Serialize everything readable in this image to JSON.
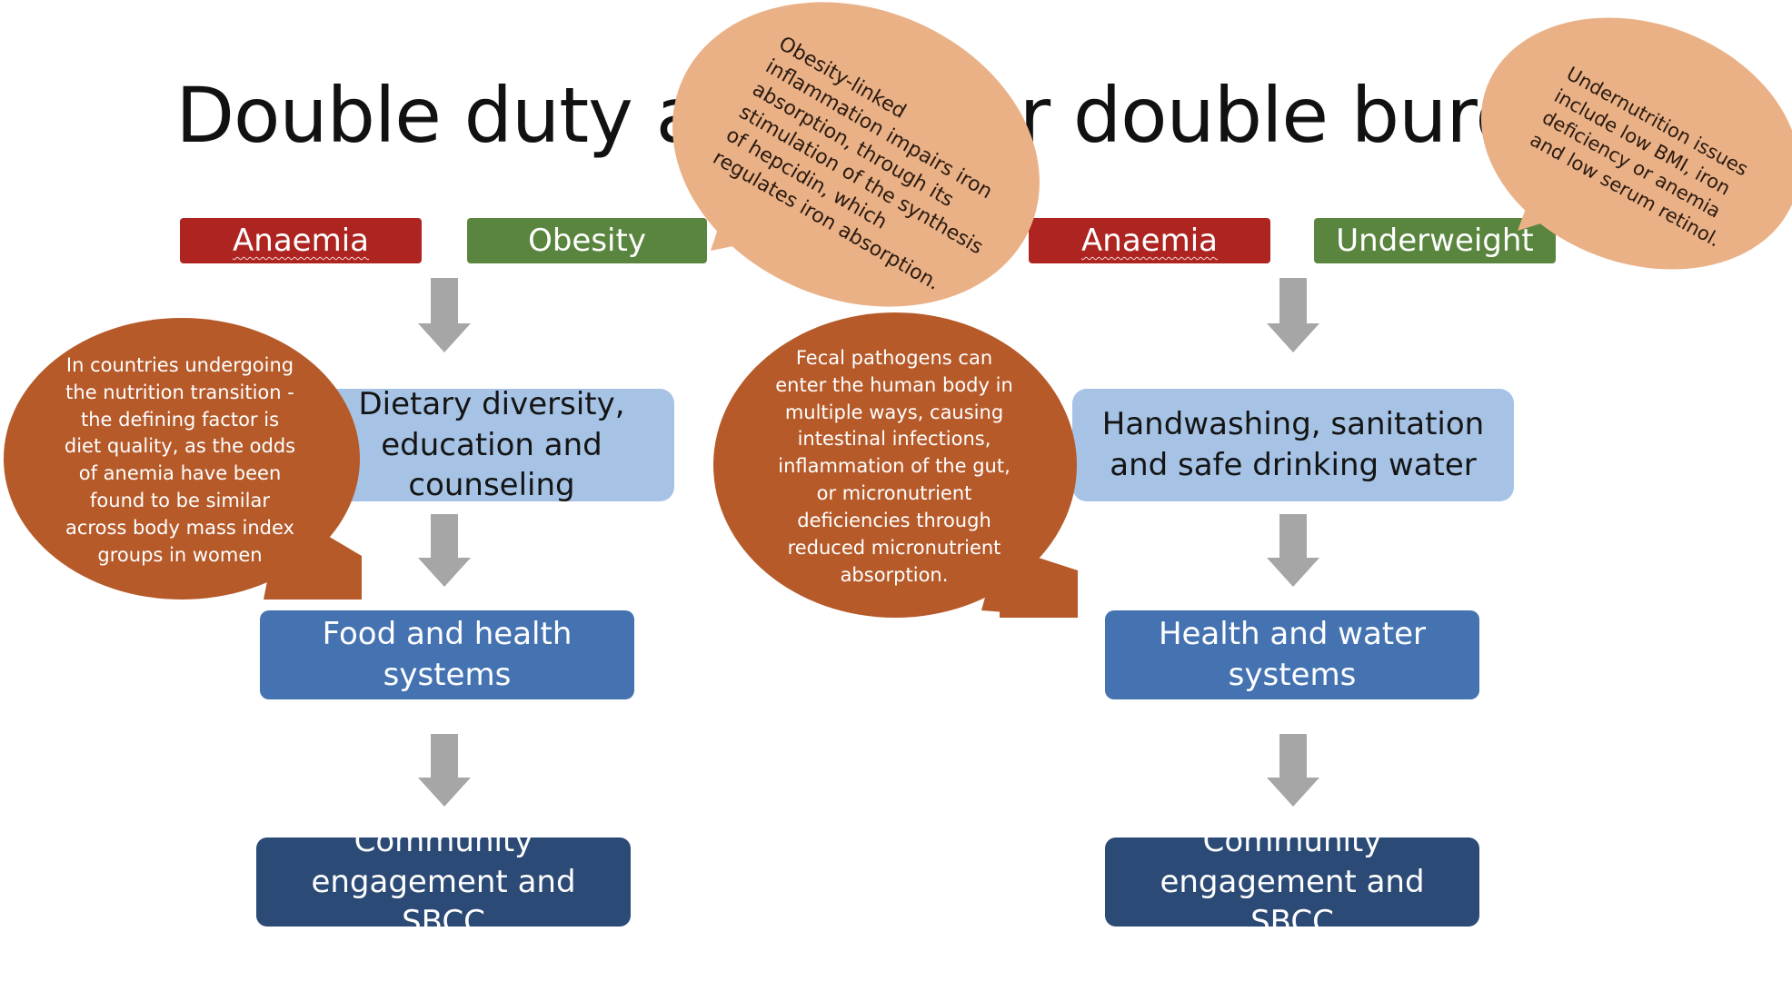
{
  "title": "Double duty actions for double burden",
  "left": {
    "pill_a": "Anaemia",
    "pill_b": "Obesity",
    "box1": "Dietary diversity, education and counseling",
    "box2": "Food and health systems",
    "box3": "Community engagement and SBCC"
  },
  "right": {
    "pill_a": "Anaemia",
    "pill_b": "Underweight",
    "box1": "Handwashing, sanitation and safe drinking water",
    "box2": "Health and water systems",
    "box3": "Community engagement and SBCC"
  },
  "callouts": {
    "obesity": [
      "Obesity-linked",
      "inflammation impairs iron",
      "absorption, through its",
      "stimulation of the synthesis",
      "of hepcidin, which",
      "regulates iron absorption."
    ],
    "undernutrition": [
      "Undernutrition  issues",
      "include low BMI, iron",
      "deficiency or anemia",
      "and low serum retinol."
    ],
    "nutrition_transition": [
      "In countries undergoing",
      "the nutrition transition -",
      "the defining factor is",
      "diet quality, as the odds",
      "of anemia have been",
      "found to be similar",
      "across body mass index",
      "groups in women"
    ],
    "fecal": [
      "Fecal pathogens can",
      "enter the human body in",
      "multiple ways, causing",
      "intestinal infections,",
      "inflammation of the gut,",
      "or micronutrient",
      "deficiencies through",
      "reduced micronutrient",
      "absorption."
    ]
  },
  "colors": {
    "anaemia": "#ae2420",
    "green": "#5a853f",
    "light_blue": "#a6c3e5",
    "mid_blue": "#4573b2",
    "dark_blue": "#2b4a76",
    "callout_light": "#eab187",
    "callout_dark": "#b65a2a",
    "arrow": "#a6a6a6"
  }
}
